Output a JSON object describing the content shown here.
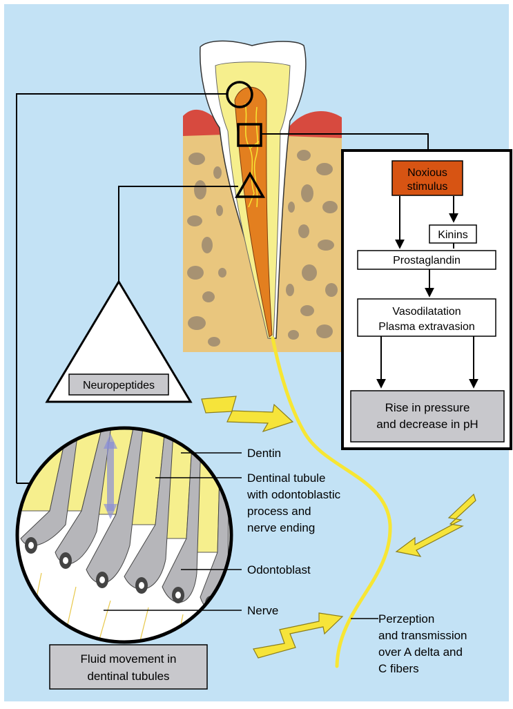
{
  "colors": {
    "background": "#c3e2f5",
    "enamel": "#ffffff",
    "dentin": "#f6ef8d",
    "pulp": "#e37f1f",
    "gum": "#d74a3f",
    "bone": "#e9c67e",
    "bone_spots": "#9c8a71",
    "noxious_box": "#d75413",
    "label_box": "#c8c8cc",
    "nerve": "#f7e634",
    "lightning": "#f6e43a"
  },
  "labels": {
    "neuropeptides": "Neuropeptides",
    "noxious_stimulus_line1": "Noxious",
    "noxious_stimulus_line2": "stimulus",
    "kinins": "Kinins",
    "prostaglandin": "Prostaglandin",
    "vasodilatation": "Vasodilatation",
    "plasma_extravasion": "Plasma extravasion",
    "rise_line1": "Rise in pressure",
    "rise_line2": "and decrease in pH",
    "dentin": "Dentin",
    "tubule_line1": "Dentinal tubule",
    "tubule_line2": "with odontoblastic",
    "tubule_line3": "process and",
    "tubule_line4": "nerve ending",
    "odontoblast": "Odontoblast",
    "nerve": "Nerve",
    "fluid_line1": "Fluid movement in",
    "fluid_line2": "dentinal tubules",
    "perception_line1": "Perzeption",
    "perception_line2": "and transmission",
    "perception_line3": "over A delta and",
    "perception_line4": "C fibers"
  },
  "icons": [
    "circle-marker-icon",
    "square-marker-icon",
    "triangle-marker-icon",
    "lightning-icon",
    "arrow-icon"
  ]
}
